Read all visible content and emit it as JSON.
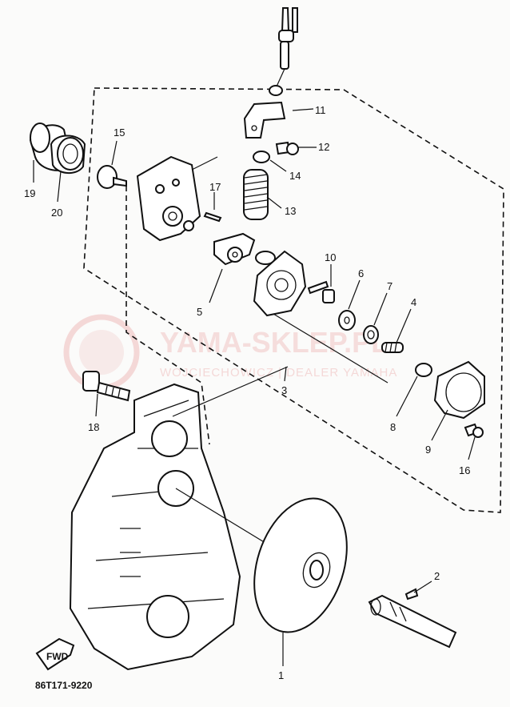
{
  "diagram": {
    "part_code": "86T171-9220",
    "watermark": {
      "brand": "YAMA-SKLEP.PL",
      "subtitle": "WOJCIECHOWICZ | DEALER YAMAHA"
    },
    "fwd_label": "FWD",
    "callouts": [
      {
        "id": "c1",
        "label": "1"
      },
      {
        "id": "c2",
        "label": "2"
      },
      {
        "id": "c3",
        "label": "3"
      },
      {
        "id": "c4",
        "label": "4"
      },
      {
        "id": "c5",
        "label": "5"
      },
      {
        "id": "c6",
        "label": "6"
      },
      {
        "id": "c7",
        "label": "7"
      },
      {
        "id": "c8",
        "label": "8"
      },
      {
        "id": "c9",
        "label": "9"
      },
      {
        "id": "c10",
        "label": "10"
      },
      {
        "id": "c11",
        "label": "11"
      },
      {
        "id": "c12",
        "label": "12"
      },
      {
        "id": "c13",
        "label": "13"
      },
      {
        "id": "c14",
        "label": "14"
      },
      {
        "id": "c15",
        "label": "15"
      },
      {
        "id": "c16",
        "label": "16"
      },
      {
        "id": "c17",
        "label": "17"
      },
      {
        "id": "c18",
        "label": "18"
      },
      {
        "id": "c19",
        "label": "19"
      },
      {
        "id": "c20",
        "label": "20"
      }
    ]
  }
}
